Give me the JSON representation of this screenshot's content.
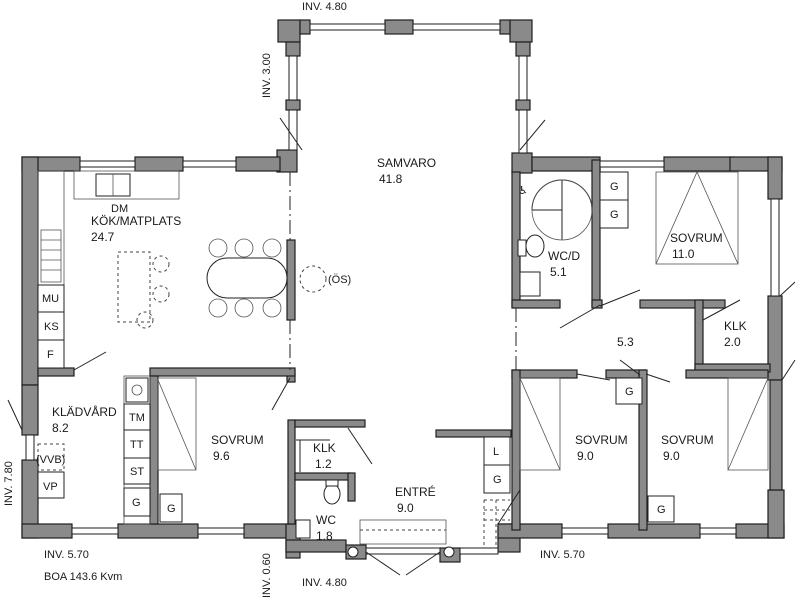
{
  "dimensions": {
    "top": "INV. 4.80",
    "left_bay": "INV. 3.00",
    "right": "INV. 7.80",
    "bottom_left": "INV. 5.70",
    "bottom_entry": "INV. 0.60",
    "bottom_center": "INV. 4.80",
    "bottom_right": "INV. 5.70"
  },
  "boa": "BOA 143.6 Kvm",
  "rooms": {
    "samvaro": {
      "name": "SAMVARO",
      "area": "41.8"
    },
    "kitchen": {
      "name": "KÖK/MATPLATS",
      "area": "24.7",
      "dm": "DM"
    },
    "wcd": {
      "name": "WC/D",
      "area": "5.1"
    },
    "sovrum_ne": {
      "name": "SOVRUM",
      "area": "11.0"
    },
    "klk_e": {
      "name": "KLK",
      "area": "2.0"
    },
    "hall": {
      "area": "5.3"
    },
    "kladvard": {
      "name": "KLÄDVÅRD",
      "area": "8.2"
    },
    "sovrum_w": {
      "name": "SOVRUM",
      "area": "9.6"
    },
    "klk_c": {
      "name": "KLK",
      "area": "1.2"
    },
    "wc": {
      "name": "WC",
      "area": "1.8"
    },
    "entre": {
      "name": "ENTRÉ",
      "area": "9.0"
    },
    "sovrum_s1": {
      "name": "SOVRUM",
      "area": "9.0"
    },
    "sovrum_s2": {
      "name": "SOVRUM",
      "area": "9.0"
    }
  },
  "labels": {
    "os": "(ÖS)",
    "vvb": "(VVB)",
    "vp": "VP",
    "mu": "MU",
    "ks": "KS",
    "f": "F",
    "tm": "TM",
    "tt": "TT",
    "st": "ST",
    "g": "G",
    "l": "L"
  }
}
